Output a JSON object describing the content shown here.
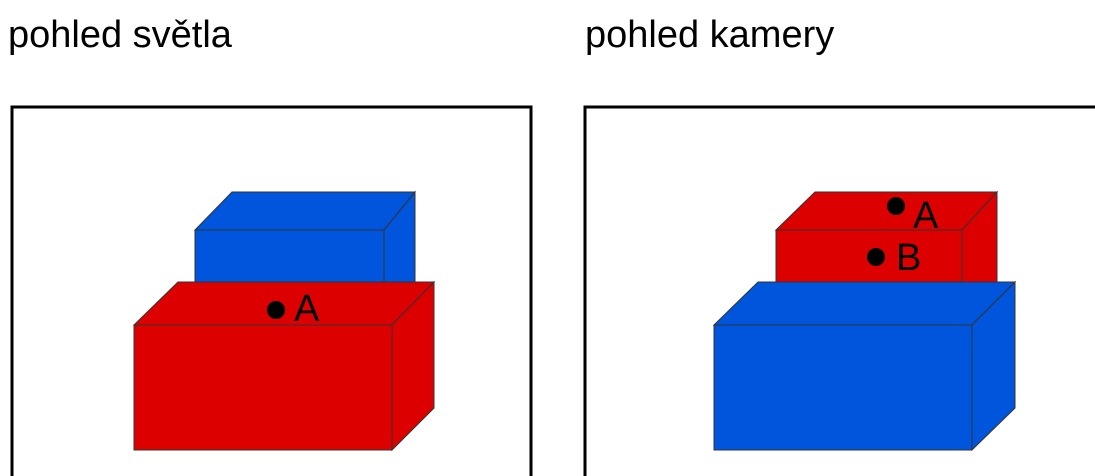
{
  "panels": [
    {
      "title": "pohled světla",
      "points": [
        {
          "label": "A"
        }
      ]
    },
    {
      "title": "pohled kamery",
      "points": [
        {
          "label": "A"
        },
        {
          "label": "B"
        }
      ]
    }
  ],
  "colors": {
    "red": "#dd0000",
    "blue": "#0055dd",
    "frame": "#000000",
    "point": "#000000"
  }
}
